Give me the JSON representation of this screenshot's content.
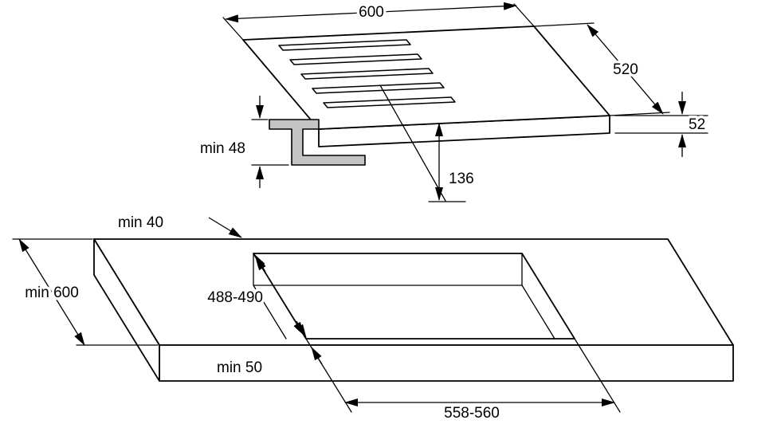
{
  "hob": {
    "width": "600",
    "depth": "520",
    "built_in_height": "52",
    "burner_box_depth": "136",
    "min_clearance_below": "min 48"
  },
  "worktop": {
    "min_rear_gap": "min 40",
    "min_depth": "min 600",
    "cutout_depth": "488-490",
    "min_front_gap": "min 50",
    "cutout_width": "558-560"
  }
}
